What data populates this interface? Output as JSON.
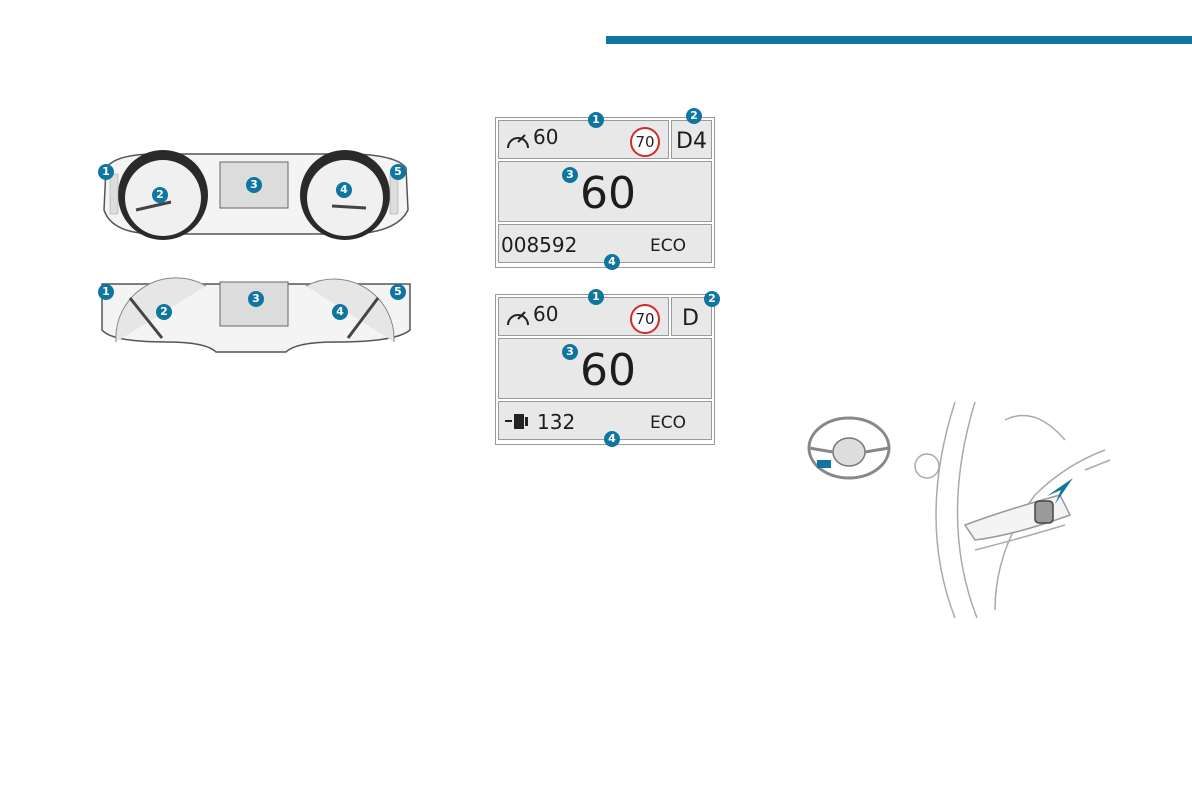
{
  "colors": {
    "accent": "#0f76a0",
    "limit_ring": "#d42a2a",
    "cell_bg": "#e8e8e8"
  },
  "callouts": [
    "1",
    "2",
    "3",
    "4",
    "5"
  ],
  "display_a": {
    "cruise_speed": "60",
    "limit_sign": "70",
    "gear": "D4",
    "speed": "60",
    "odometer": "008592",
    "mode": "ECO"
  },
  "display_b": {
    "cruise_speed": "60",
    "limit_sign": "70",
    "gear": "D",
    "speed": "60",
    "range": "132",
    "mode": "ECO"
  },
  "icons": {
    "cruise": "speedometer-arrow-icon",
    "charge": "charge-plug-icon",
    "steering": "steering-wheel-icon",
    "button": "steering-button-icon"
  }
}
